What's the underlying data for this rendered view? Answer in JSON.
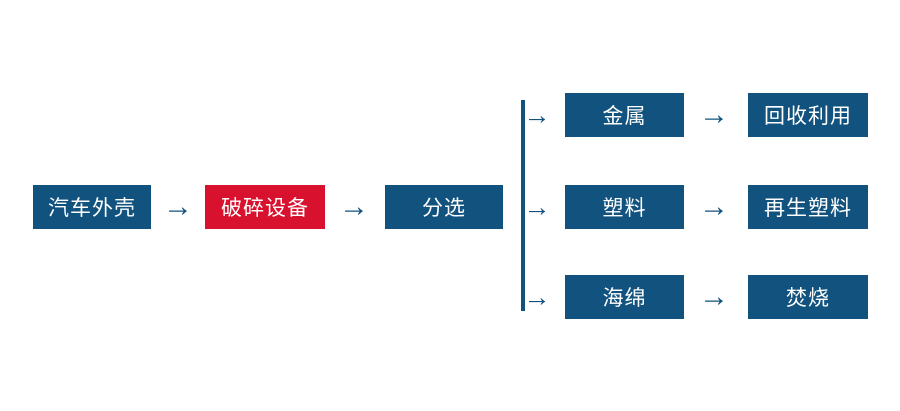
{
  "colors": {
    "node_blue": "#11527e",
    "node_red": "#d8112e",
    "arrow_blue": "#11527e",
    "text_white": "#ffffff",
    "background": "#ffffff"
  },
  "arrow_glyph": "→",
  "flow": {
    "main": [
      {
        "label": "汽车外壳",
        "color": "blue"
      },
      {
        "label": "破碎设备",
        "color": "red"
      },
      {
        "label": "分选",
        "color": "blue"
      }
    ],
    "branches": [
      {
        "item": "金属",
        "result": "回收利用"
      },
      {
        "item": "塑料",
        "result": "再生塑料"
      },
      {
        "item": "海绵",
        "result": "焚烧"
      }
    ]
  }
}
